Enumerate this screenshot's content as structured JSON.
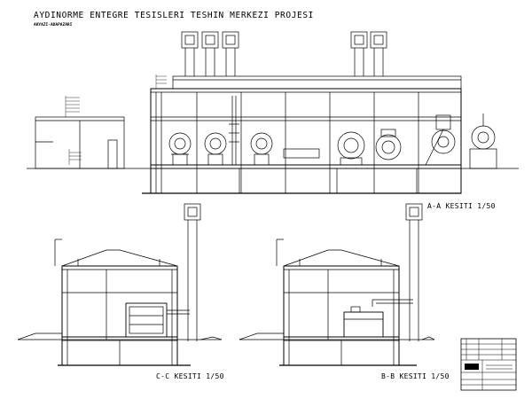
{
  "project": {
    "title": "AYDINORME ENTEGRE TESISLERI TESHIN MERKEZI PROJESI",
    "subtitle": "AKYAZI-ADAPAZARI"
  },
  "sections": {
    "aa": "A-A KESITI 1/50",
    "cc": "C-C KESITI 1/50",
    "bb": "B-B KESITI 1/50"
  }
}
